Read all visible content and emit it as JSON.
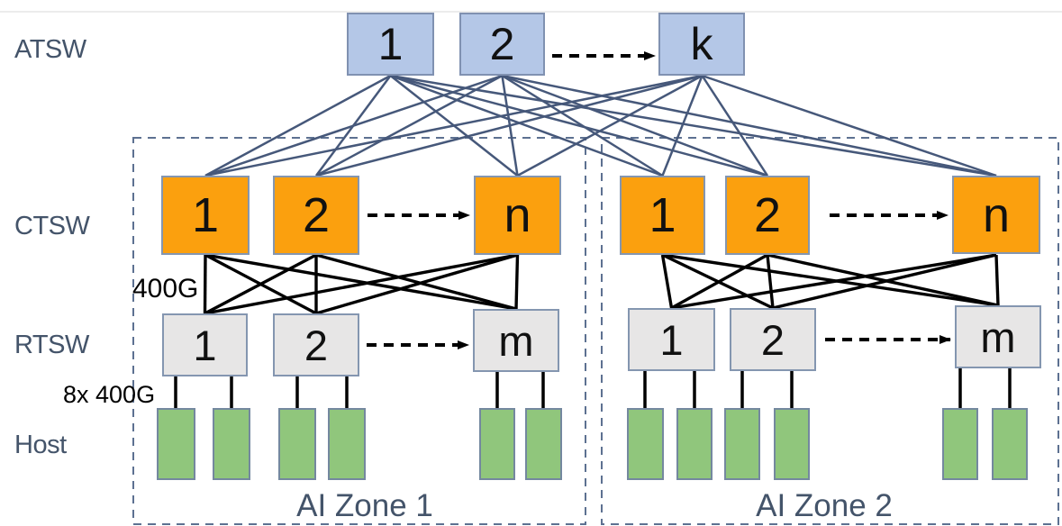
{
  "layers": {
    "atsw": "ATSW",
    "ctsw": "CTSW",
    "rtsw": "RTSW",
    "host": "Host"
  },
  "atsw_nodes": [
    "1",
    "2",
    "k"
  ],
  "zones": [
    {
      "name": "AI Zone 1",
      "ctsw_nodes": [
        "1",
        "2",
        "n"
      ],
      "rtsw_nodes": [
        "1",
        "2",
        "m"
      ],
      "host_count": 6
    },
    {
      "name": "AI Zone 2",
      "ctsw_nodes": [
        "1",
        "2",
        "n"
      ],
      "rtsw_nodes": [
        "1",
        "2",
        "m"
      ],
      "host_count": 6
    }
  ],
  "link_labels": {
    "ctsw_rtsw": "400G",
    "rtsw_host": "8x 400G"
  },
  "colors": {
    "atsw_fill": "#b4c7e7",
    "ctsw_fill": "#fba00e",
    "rtsw_fill": "#e7e6e6",
    "host_fill": "#90c67c",
    "box_border": "#8496b0",
    "spine_line": "#46587a",
    "black_line": "#000000",
    "zone_border": "#5d7191",
    "label_text": "#44546a"
  }
}
